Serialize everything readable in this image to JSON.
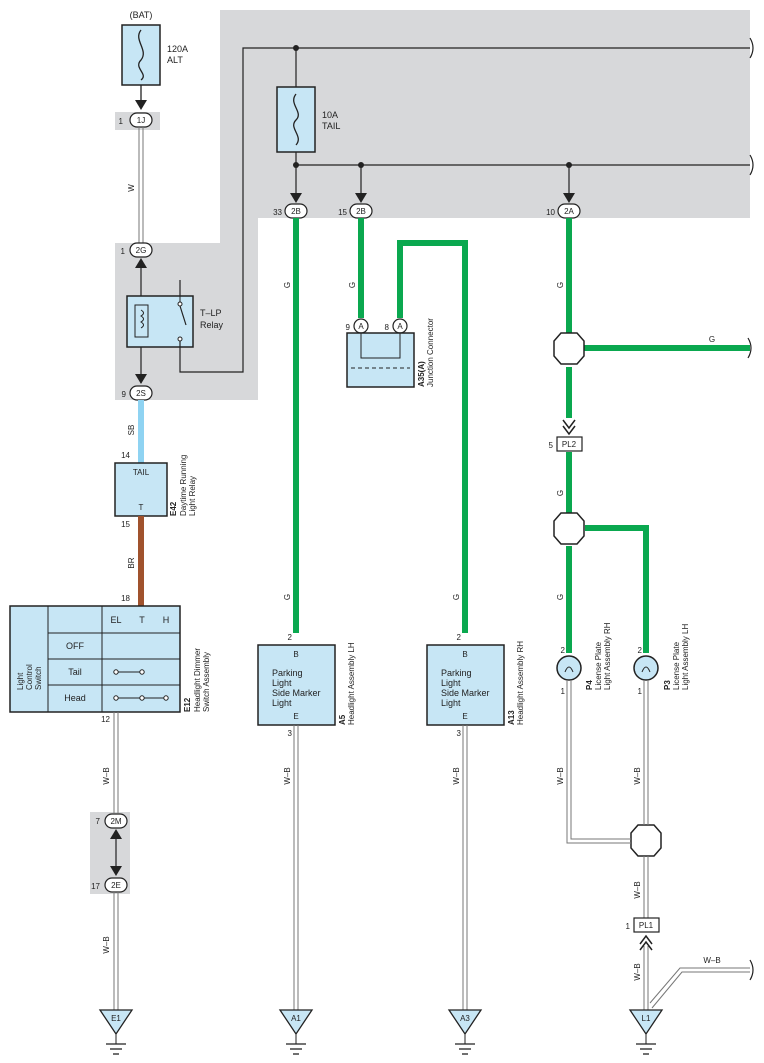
{
  "colors": {
    "junction_block_bg": "#d7d8da",
    "component_fill": "#c7e6f5",
    "wire_green": "#0aa84f",
    "wire_sky_blue": "#8fd3f2",
    "wire_brown": "#a0522d",
    "wire_white": "#ffffff"
  },
  "fuses": {
    "alt": {
      "source": "(BAT)",
      "amp": "120A",
      "name": "ALT"
    },
    "tail": {
      "amp": "10A",
      "name": "TAIL"
    }
  },
  "connectors": {
    "c1j": {
      "pin": "1",
      "id": "1J"
    },
    "c2g": {
      "pin": "1",
      "id": "2G"
    },
    "c2s": {
      "pin": "9",
      "id": "2S"
    },
    "c2b_33": {
      "pin": "33",
      "id": "2B"
    },
    "c2b_15": {
      "pin": "15",
      "id": "2B"
    },
    "c2a": {
      "pin": "10",
      "id": "2A"
    },
    "c2m": {
      "pin": "7",
      "id": "2M"
    },
    "c2e": {
      "pin": "17",
      "id": "2E"
    },
    "pl2": {
      "pin": "5",
      "id": "PL2"
    },
    "pl1": {
      "pin": "1",
      "id": "PL1"
    }
  },
  "relay": {
    "name_line1": "T–LP",
    "name_line2": "Relay"
  },
  "wire_labels": {
    "w": "W",
    "sb": "SB",
    "br": "BR",
    "g": "G",
    "wb": "W–B"
  },
  "drl_relay": {
    "code": "E42",
    "name_line1": "Daytime Running",
    "name_line2": "Light Relay",
    "terminal_top": "TAIL",
    "terminal_bottom": "T",
    "pin_in": "14",
    "pin_out": "15"
  },
  "light_switch": {
    "code": "E12",
    "name_line1": "Headlight Dimmer",
    "name_line2": "Switch Assembly",
    "side_label": [
      "Light",
      "Control",
      "Switch"
    ],
    "columns": [
      "EL",
      "T",
      "H"
    ],
    "rows": [
      "OFF",
      "Tail",
      "Head"
    ],
    "pin_top": "18",
    "pin_bottom": "12"
  },
  "junction_connector": {
    "code": "A35(A)",
    "name": "Junction Connector",
    "pin_left": "9",
    "pin_right": "8",
    "terminal": "A"
  },
  "headlight_lh": {
    "code": "A5",
    "name": "Headlight Assembly LH",
    "terminal_top": "B",
    "terminal_bottom": "E",
    "pin_top": "2",
    "pin_bottom": "3",
    "lines": [
      "Parking",
      "Light",
      "Side Marker",
      "Light"
    ]
  },
  "headlight_rh": {
    "code": "A13",
    "name": "Headlight Assembly RH",
    "terminal_top": "B",
    "terminal_bottom": "E",
    "pin_top": "2",
    "pin_bottom": "3",
    "lines": [
      "Parking",
      "Light",
      "Side Marker",
      "Light"
    ]
  },
  "license_rh": {
    "code": "P4",
    "name_line1": "License Plate",
    "name_line2": "Light Assembly RH",
    "pin_top": "2",
    "pin_bottom": "1"
  },
  "license_lh": {
    "code": "P3",
    "name_line1": "License Plate",
    "name_line2": "Light Assembly LH",
    "pin_top": "2",
    "pin_bottom": "1"
  },
  "grounds": [
    "E1",
    "A1",
    "A3",
    "L1"
  ]
}
